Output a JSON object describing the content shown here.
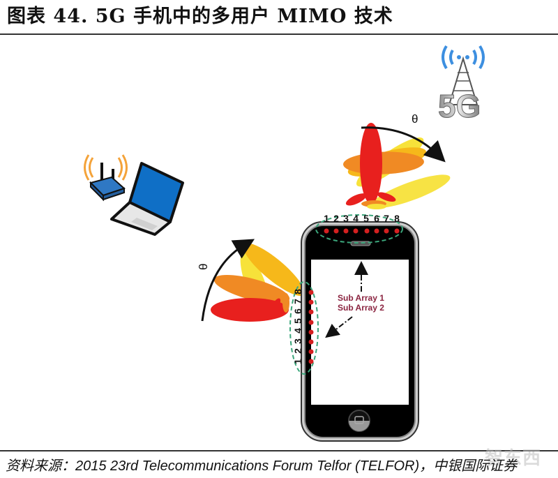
{
  "header": {
    "title": "图表 44. 5G 手机中的多用户 MIMO 技术"
  },
  "figure": {
    "top_array_numbers": [
      "1",
      "2",
      "3",
      "4",
      "5",
      "6",
      "7",
      "8"
    ],
    "side_array_numbers": [
      "1",
      "2",
      "3",
      "4",
      "5",
      "6",
      "7",
      "8"
    ],
    "sub_array_1_label": "Sub Array 1",
    "sub_array_2_label": "Sub Array 2",
    "theta_top": "θ",
    "theta_left": "θ",
    "tower_label": "5G",
    "icons": [
      "wifi-router-icon",
      "laptop-icon",
      "5g-tower-icon",
      "smartphone-icon",
      "beam-pattern-icon"
    ],
    "colors": {
      "beam_red": "#e8201e",
      "beam_orange": "#f08a24",
      "beam_yellow_orange": "#f6b81a",
      "beam_yellow": "#f7e23a",
      "antenna_dot": "#d42020",
      "ellipse_dash": "#3aa57a",
      "laptop_screen": "#0f6fc6",
      "router_blue": "#2f78c4",
      "signal_orange": "#f4a33a",
      "tower_signal_blue": "#3d8fe0",
      "label_maroon": "#8b2440"
    }
  },
  "footer": {
    "source": "资料来源：2015 23rd Telecommunications Forum Telfor (TELFOR)，中银国际证券",
    "watermark": "智东西"
  }
}
